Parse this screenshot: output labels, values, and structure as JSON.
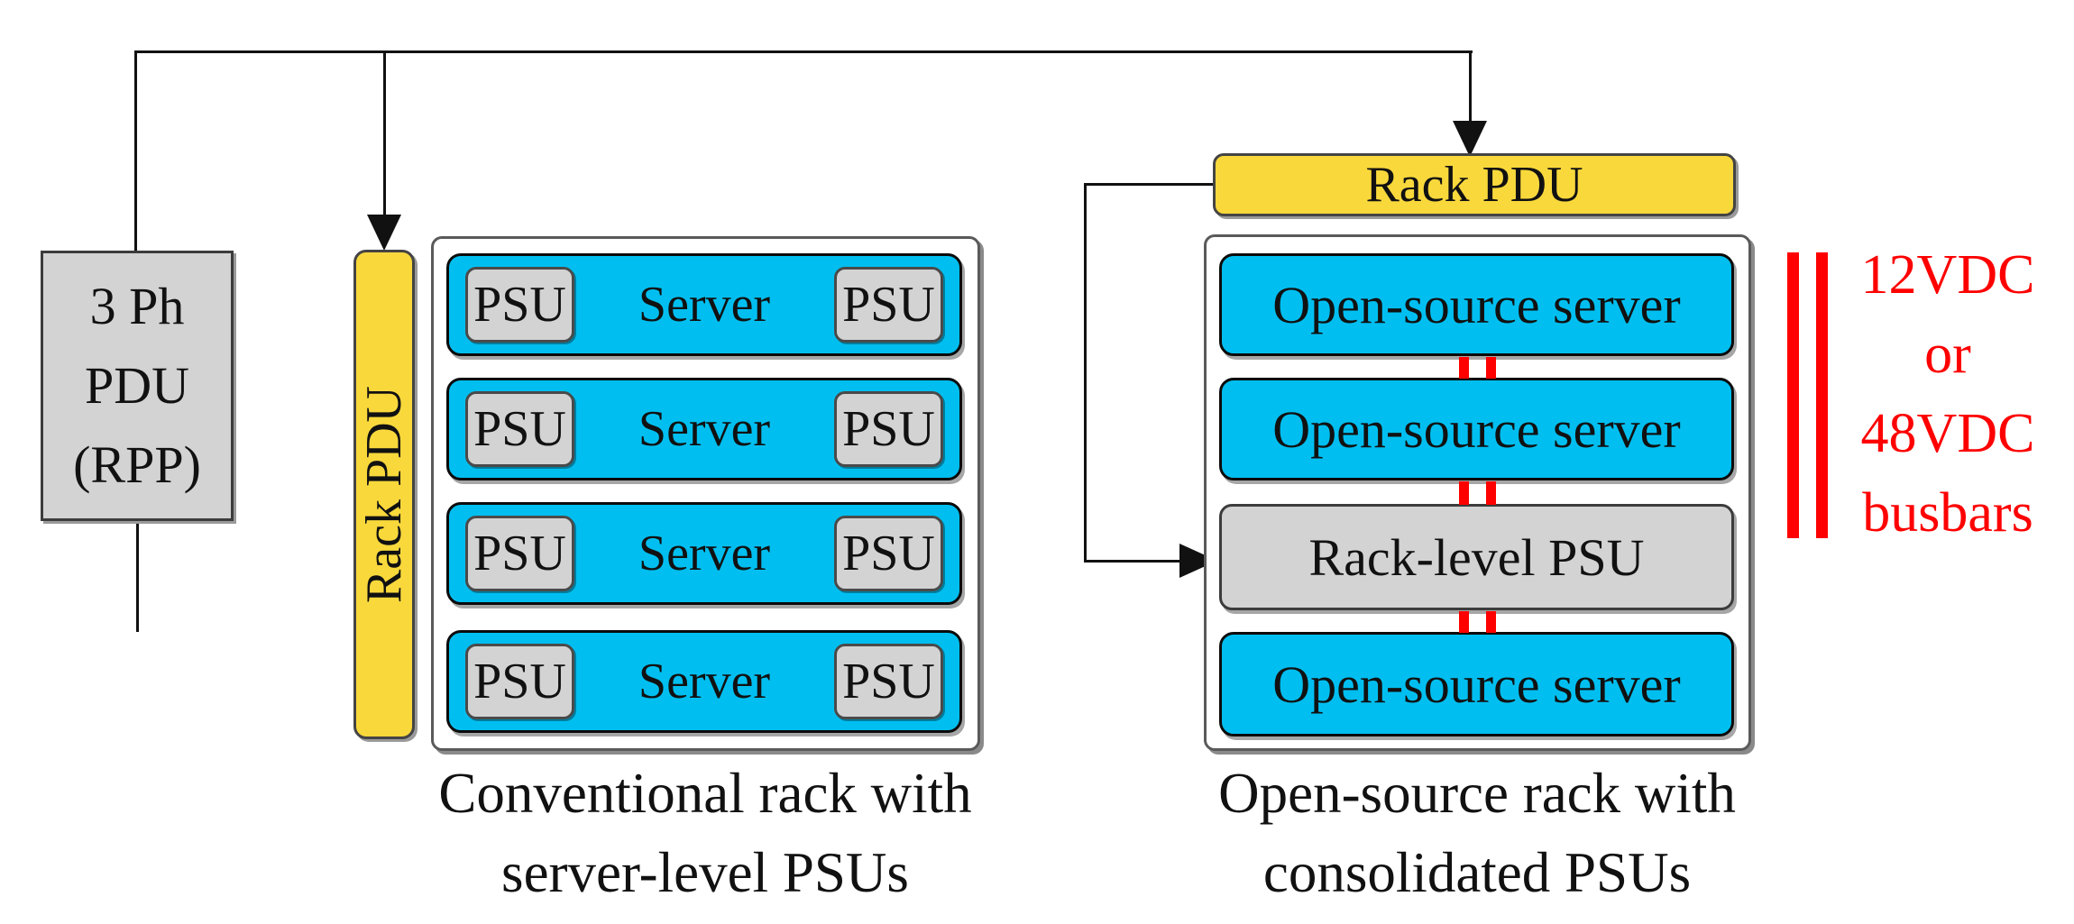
{
  "colors": {
    "server_blue": "#00bff0",
    "pdu_yellow": "#f9d83c",
    "box_gray": "#d3d3d3",
    "busbar_red": "#fe0000",
    "line_black": "#111111"
  },
  "source_pdu": {
    "line1": "3 Ph",
    "line2": "PDU",
    "line3": "(RPP)"
  },
  "left_rack": {
    "pdu_label": "Rack PDU",
    "servers": [
      {
        "psu_left": "PSU",
        "name": "Server",
        "psu_right": "PSU"
      },
      {
        "psu_left": "PSU",
        "name": "Server",
        "psu_right": "PSU"
      },
      {
        "psu_left": "PSU",
        "name": "Server",
        "psu_right": "PSU"
      },
      {
        "psu_left": "PSU",
        "name": "Server",
        "psu_right": "PSU"
      }
    ],
    "caption_line1": "Conventional rack with",
    "caption_line2": "server-level PSUs"
  },
  "right_rack": {
    "pdu_label": "Rack PDU",
    "rows": [
      {
        "label": "Open-source server"
      },
      {
        "label": "Open-source server"
      },
      {
        "label": "Rack-level PSU"
      },
      {
        "label": "Open-source server"
      }
    ],
    "caption_line1": "Open-source rack with",
    "caption_line2": "consolidated PSUs"
  },
  "busbar_label": {
    "line1": "12VDC",
    "line2": "or",
    "line3": "48VDC",
    "line4": "busbars"
  }
}
